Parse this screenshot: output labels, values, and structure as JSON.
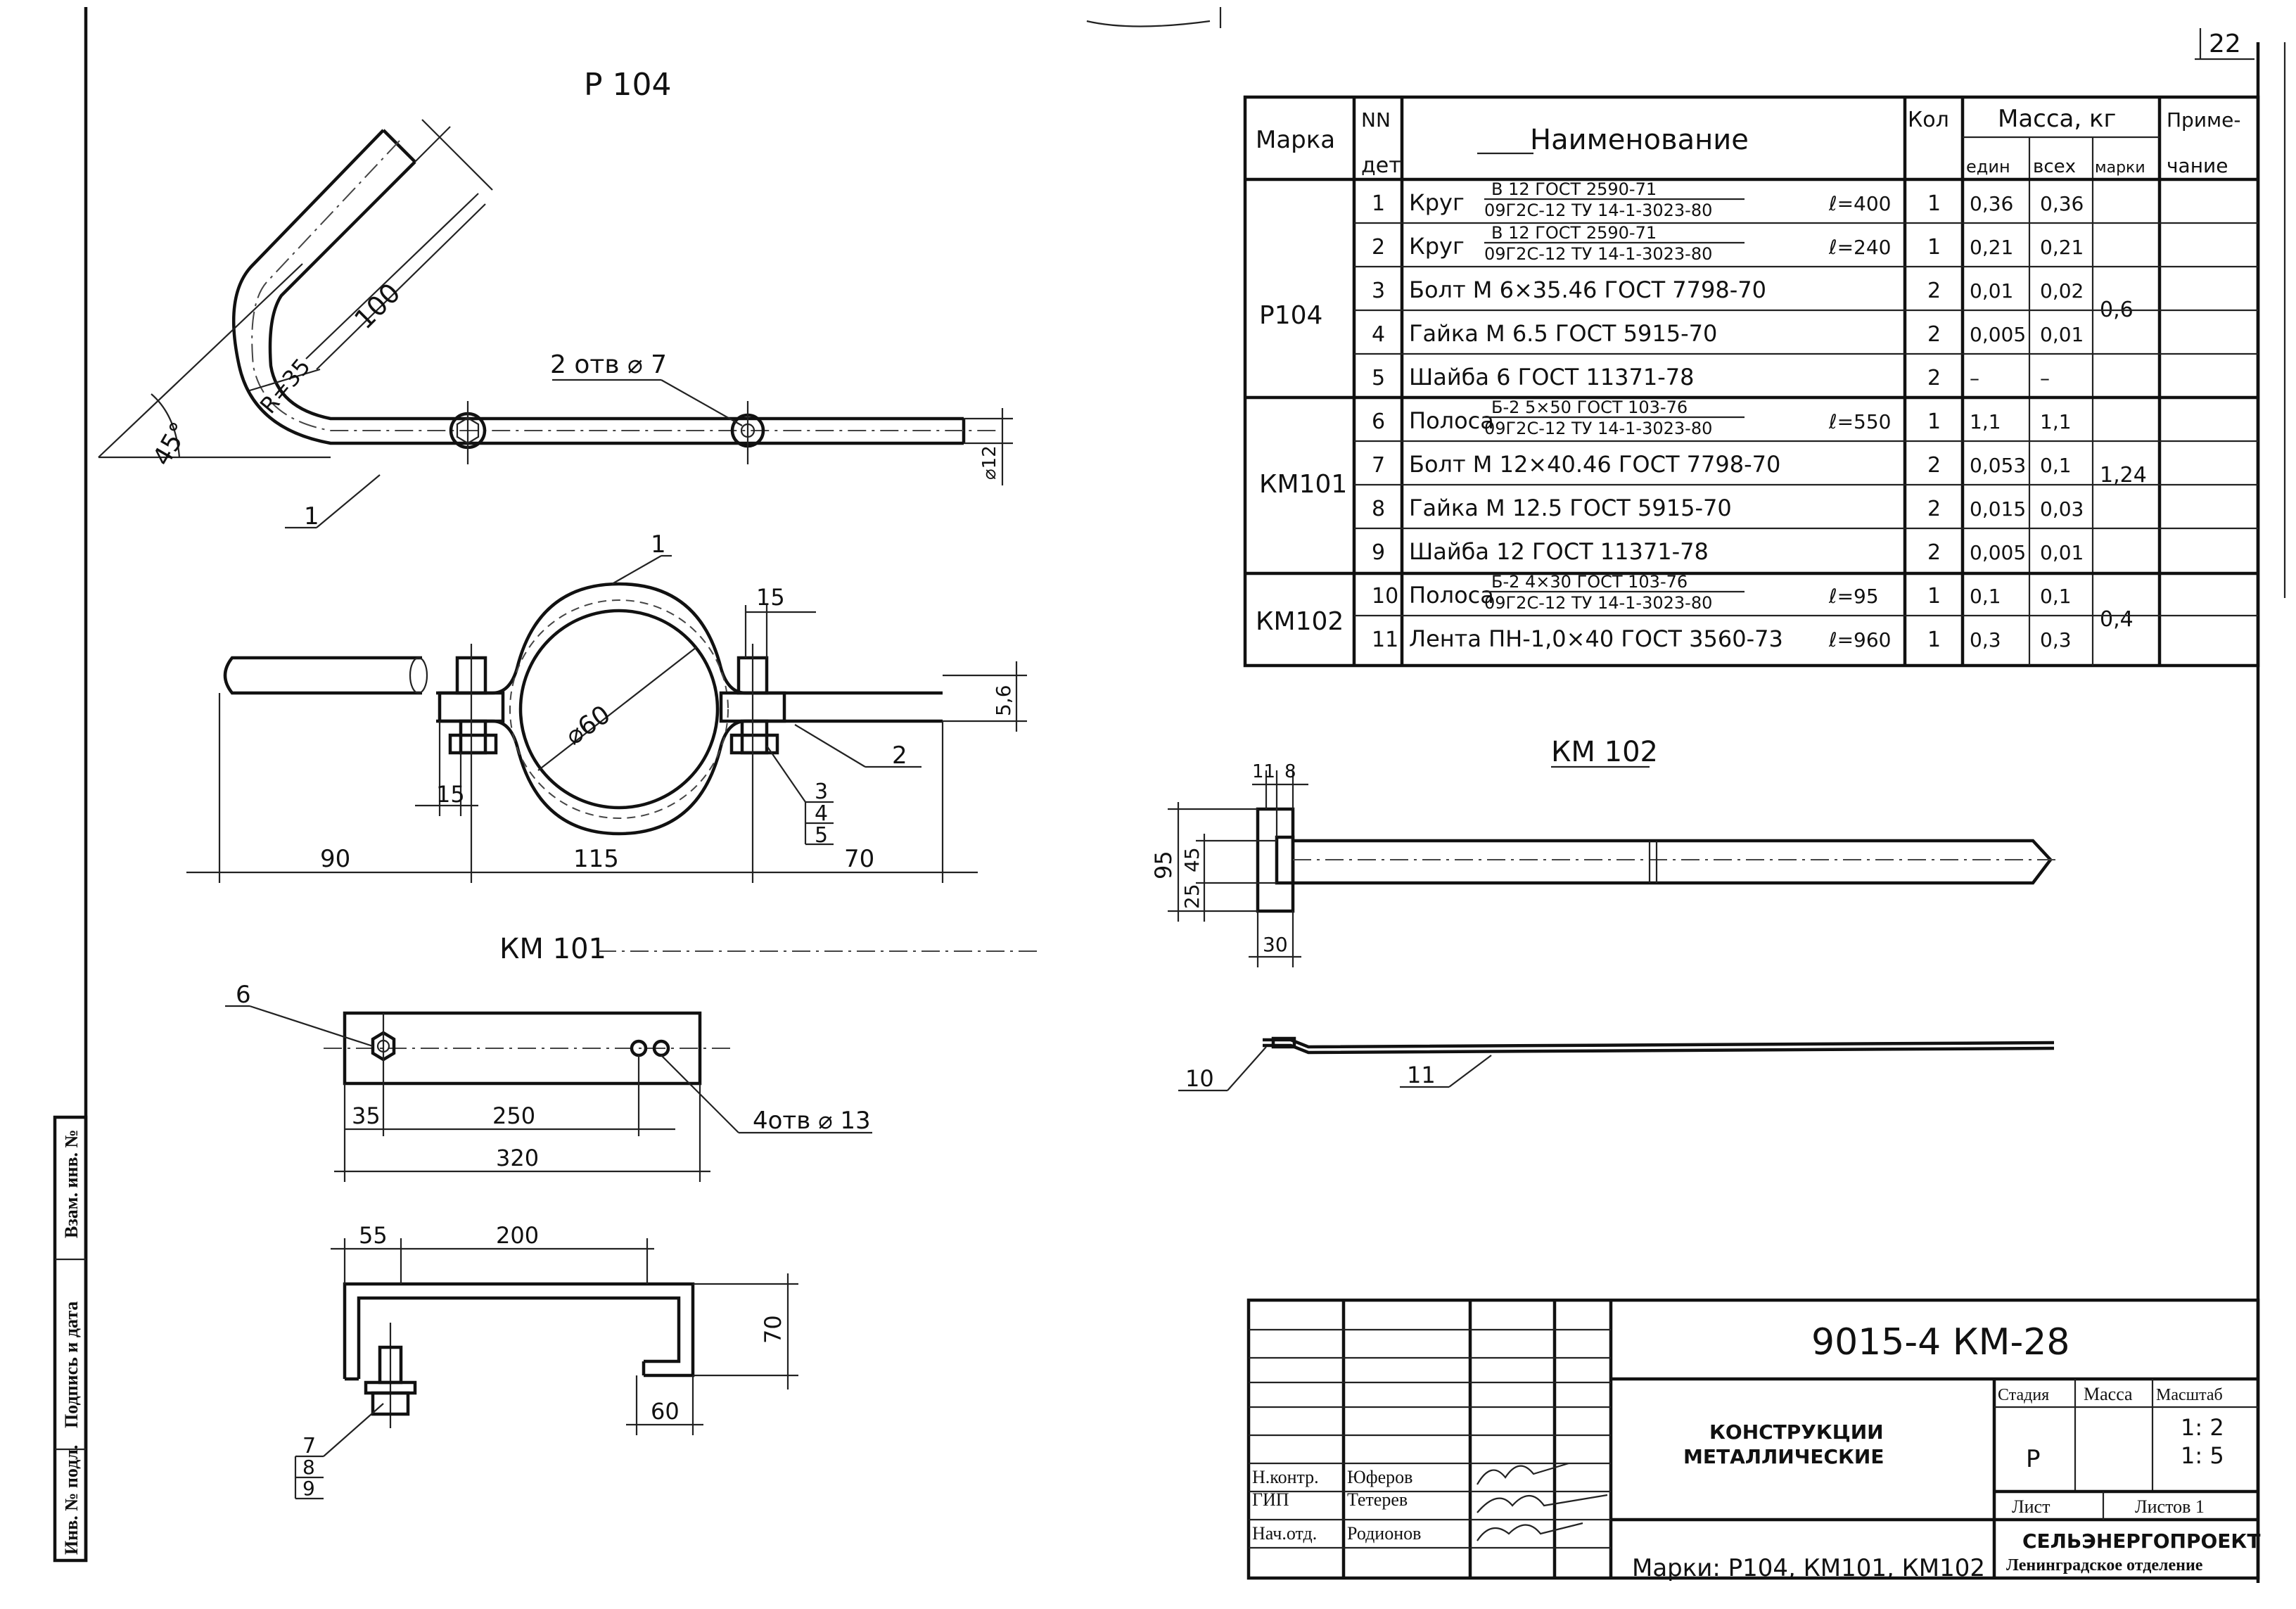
{
  "sheet_number": "22",
  "drawings": {
    "p104": {
      "title": "Р 104",
      "dim_bend_length": "100",
      "dim_bend_radius": "R=35",
      "dim_angle": "45°",
      "holes_callout": "2 отв ⌀ 7",
      "dim_diameter": "⌀12",
      "part_ref": "1"
    },
    "clamp": {
      "part_ref_1": "1",
      "part_ref_2": "2",
      "part_ref_3": "3",
      "part_ref_4": "4",
      "part_ref_5": "5",
      "dim_diameter": "⌀60",
      "dim_top_15": "15",
      "dim_bottom_15": "15",
      "dim_thickness": "5,6",
      "dim_90": "90",
      "dim_115": "115",
      "dim_70": "70"
    },
    "km101": {
      "title": "КМ 101",
      "part_ref_6": "6",
      "holes_callout": "4отв ⌀ 13",
      "dim_35": "35",
      "dim_250": "250",
      "dim_320": "320",
      "dim_55": "55",
      "dim_200": "200",
      "dim_70": "70",
      "dim_60": "60",
      "part_ref_7": "7",
      "part_ref_8": "8",
      "part_ref_9": "9"
    },
    "km102": {
      "title": "КМ 102",
      "dim_11": "11",
      "dim_8": "8",
      "dim_95": "95",
      "dim_45": "45",
      "dim_25": "25",
      "dim_30": "30",
      "part_ref_10": "10",
      "part_ref_11": "11"
    }
  },
  "spec_table": {
    "headers": {
      "marka": "Марка",
      "num_top": "NN",
      "num_bottom": "дет",
      "name": "Наименование",
      "qty": "Кол",
      "mass": "Масса, кг",
      "mass_unit": "един",
      "mass_all": "всех",
      "mass_mark": "марки",
      "note_top": "Приме-",
      "note_bottom": "чание"
    },
    "groups": [
      {
        "marka": "Р104",
        "mass_mark": "0,6"
      },
      {
        "marka": "КМ101",
        "mass_mark": "1,24"
      },
      {
        "marka": "КМ102",
        "mass_mark": "0,4"
      }
    ],
    "rows": [
      {
        "num": "1",
        "name": "Круг",
        "spec_top": "В 12   ГОСТ 2590-71",
        "spec_bottom": "09Г2С-12  ТУ 14-1-3023-80",
        "length": "ℓ=400",
        "qty": "1",
        "unit": "0,36",
        "total": "0,36"
      },
      {
        "num": "2",
        "name": "Круг",
        "spec_top": "В 12   ГОСТ 2590-71",
        "spec_bottom": "09Г2С-12  ТУ 14-1-3023-80",
        "length": "ℓ=240",
        "qty": "1",
        "unit": "0,21",
        "total": "0,21"
      },
      {
        "num": "3",
        "name": "Болт М 6×35.46  ГОСТ 7798-70",
        "spec_top": "",
        "spec_bottom": "",
        "length": "",
        "qty": "2",
        "unit": "0,01",
        "total": "0,02"
      },
      {
        "num": "4",
        "name": "Гайка М 6.5   ГОСТ 5915-70",
        "spec_top": "",
        "spec_bottom": "",
        "length": "",
        "qty": "2",
        "unit": "0,005",
        "total": "0,01"
      },
      {
        "num": "5",
        "name": "Шайба  6     ГОСТ 11371-78",
        "spec_top": "",
        "spec_bottom": "",
        "length": "",
        "qty": "2",
        "unit": "–",
        "total": "–"
      },
      {
        "num": "6",
        "name": "Полоса",
        "spec_top": "Б-2  5×50   ГОСТ 103-76",
        "spec_bottom": "09Г2С-12  ТУ 14-1-3023-80",
        "length": "ℓ=550",
        "qty": "1",
        "unit": "1,1",
        "total": "1,1"
      },
      {
        "num": "7",
        "name": "Болт  М 12×40.46   ГОСТ 7798-70",
        "spec_top": "",
        "spec_bottom": "",
        "length": "",
        "qty": "2",
        "unit": "0,053",
        "total": "0,1"
      },
      {
        "num": "8",
        "name": "Гайка  М 12.5     ГОСТ 5915-70",
        "spec_top": "",
        "spec_bottom": "",
        "length": "",
        "qty": "2",
        "unit": "0,015",
        "total": "0,03"
      },
      {
        "num": "9",
        "name": "Шайба  12        ГОСТ 11371-78",
        "spec_top": "",
        "spec_bottom": "",
        "length": "",
        "qty": "2",
        "unit": "0,005",
        "total": "0,01"
      },
      {
        "num": "10",
        "name": "Полоса",
        "spec_top": "Б-2  4×30  ГОСТ 103-76",
        "spec_bottom": "09Г2С-12  ТУ 14-1-3023-80",
        "length": "ℓ=95",
        "qty": "1",
        "unit": "0,1",
        "total": "0,1"
      },
      {
        "num": "11",
        "name": "Лента  ПН-1,0×40    ГОСТ 3560-73",
        "spec_top": "",
        "spec_bottom": "",
        "length": "ℓ=960",
        "qty": "1",
        "unit": "0,3",
        "total": "0,3"
      }
    ]
  },
  "title_block": {
    "doc_code": "9015-4 КМ-28",
    "object_name_line1": "КОНСТРУКЦИИ",
    "object_name_line2": "МЕТАЛЛИЧЕСКИЕ",
    "stage_header": "Стадия",
    "mass_header": "Масса",
    "scale_header": "Масштаб",
    "stage_value": "Р",
    "scale_value_1": "1: 2",
    "scale_value_2": "1: 5",
    "sheet_label": "Лист",
    "sheets_label": "Листов 1",
    "sheet_title": "Марки: Р104, КМ101, КМ102",
    "org_name": "СЕЛЬЭНЕРГОПРОЕКТ",
    "org_branch": "Ленинградское отделение",
    "signatures": [
      {
        "role": "Н.контр.",
        "name": "Юферов"
      },
      {
        "role": "ГИП",
        "name": "Тетерев"
      },
      {
        "role": "Нач.отд.",
        "name": "Родионов"
      }
    ]
  },
  "side_stamp": {
    "field_1": "Инв. № подл.",
    "field_2": "Подпись и дата",
    "field_3": "Взам. инв. №"
  }
}
